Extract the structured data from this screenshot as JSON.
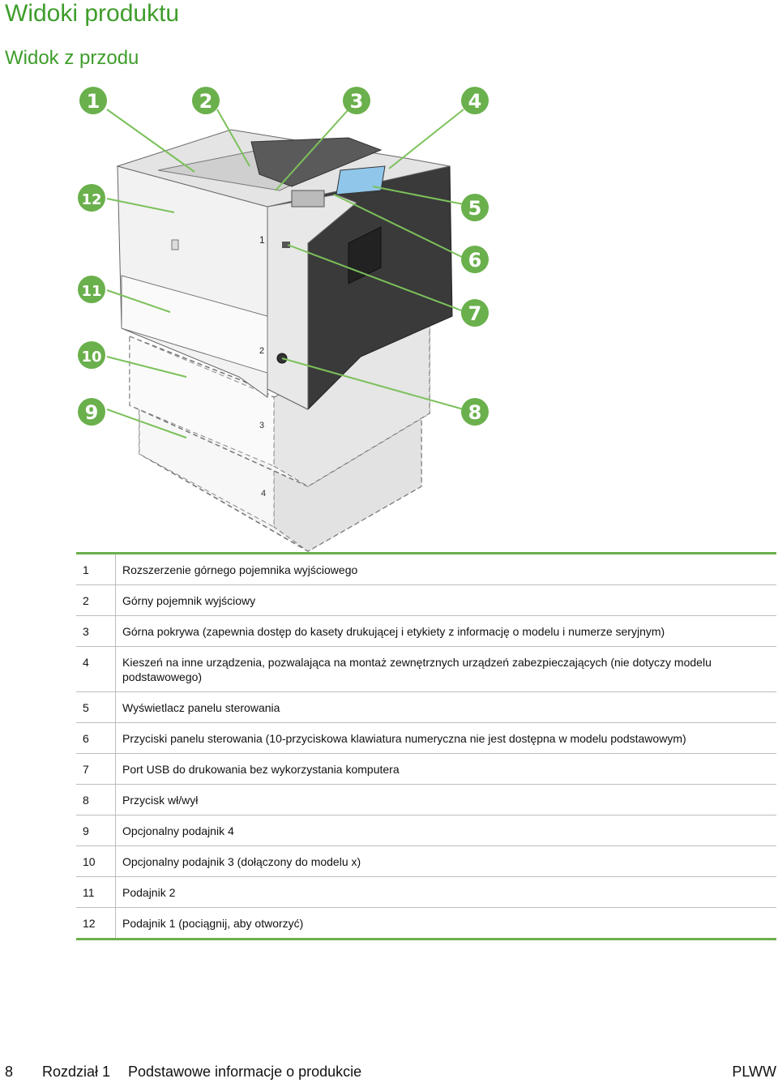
{
  "heading": "Widoki produktu",
  "subheading": "Widok z przodu",
  "callouts": [
    "1",
    "2",
    "3",
    "4",
    "5",
    "6",
    "7",
    "8",
    "9",
    "10",
    "11",
    "12"
  ],
  "parts": [
    {
      "num": "1",
      "desc": "Rozszerzenie górnego pojemnika wyjściowego"
    },
    {
      "num": "2",
      "desc": "Górny pojemnik wyjściowy"
    },
    {
      "num": "3",
      "desc": "Górna pokrywa (zapewnia dostęp do kasety drukującej i etykiety z informację o modelu i numerze seryjnym)"
    },
    {
      "num": "4",
      "desc": "Kieszeń na inne urządzenia, pozwalająca na montaż zewnętrznych urządzeń zabezpieczających (nie dotyczy modelu podstawowego)"
    },
    {
      "num": "5",
      "desc": "Wyświetlacz panelu sterowania"
    },
    {
      "num": "6",
      "desc": "Przyciski panelu sterowania (10-przyciskowa klawiatura numeryczna nie jest dostępna w modelu podstawowym)"
    },
    {
      "num": "7",
      "desc": "Port USB do drukowania bez wykorzystania komputera"
    },
    {
      "num": "8",
      "desc": "Przycisk wł/wył"
    },
    {
      "num": "9",
      "desc": "Opcjonalny podajnik 4"
    },
    {
      "num": "10",
      "desc": "Opcjonalny podajnik 3 (dołączony do modelu x)"
    },
    {
      "num": "11",
      "desc": "Podajnik 2"
    },
    {
      "num": "12",
      "desc": "Podajnik 1 (pociągnij, aby otworzyć)"
    }
  ],
  "printer_labels": {
    "tray1": "1",
    "tray2": "2",
    "tray3": "3",
    "tray4": "4"
  },
  "footer": {
    "page": "8",
    "chapter": "Rozdział 1",
    "section": "Podstawowe informacje o produkcie",
    "code": "PLWW"
  },
  "colors": {
    "accent": "#3e9d2b",
    "callout_fill": "#6ab04c",
    "table_rule": "#6ab04c"
  }
}
